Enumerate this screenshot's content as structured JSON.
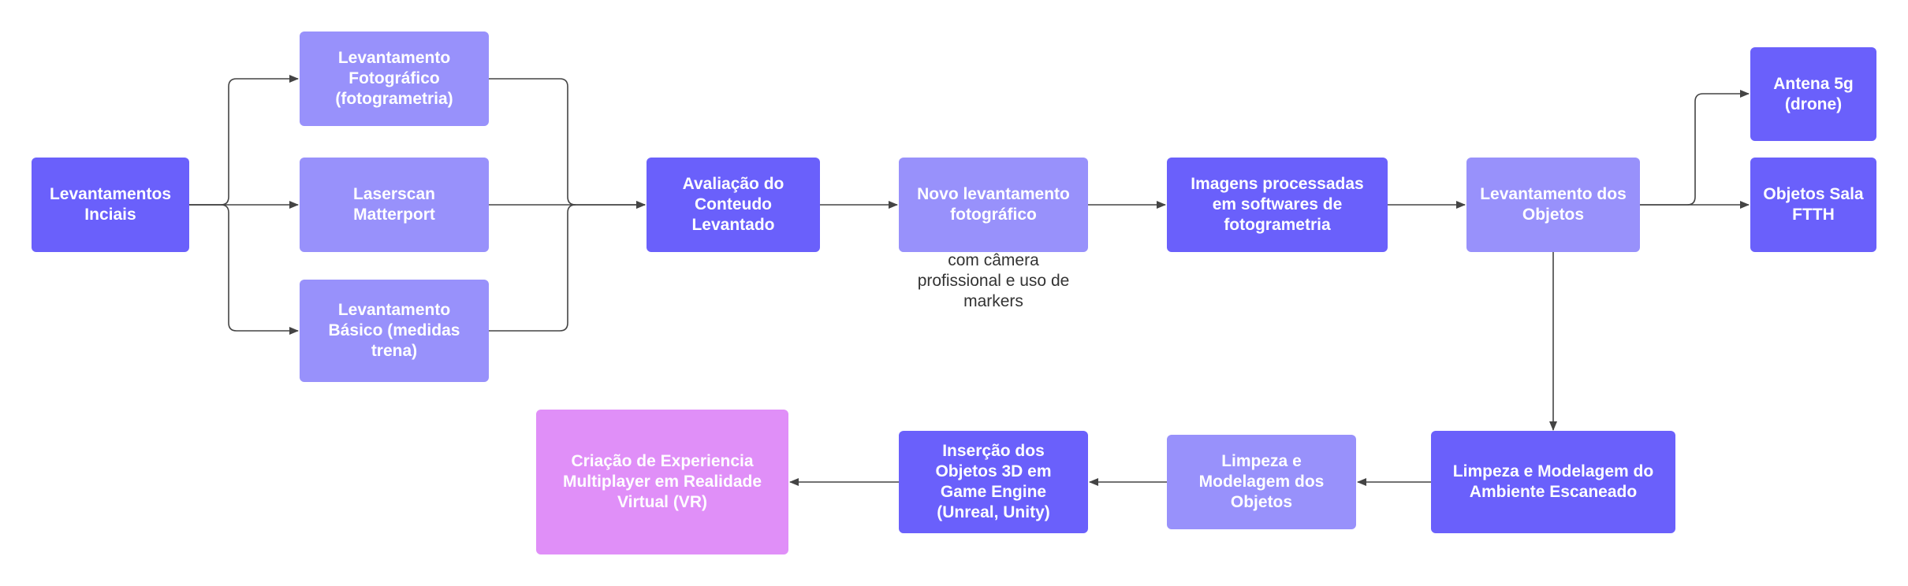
{
  "nodes": {
    "levantamentos_iniciais": "Levantamentos\nInciais",
    "fotografico": "Levantamento\nFotográfico\n(fotogrametria)",
    "laserscan": "Laserscan\nMatterport",
    "basico": "Levantamento\nBásico (medidas\ntrena)",
    "avaliacao": "Avaliação do\nConteudo\nLevantado",
    "novo_levantamento": "Novo levantamento\nfotográfico",
    "imagens_processadas": "Imagens processadas\nem softwares de\nfotogrametria",
    "levantamento_objetos": "Levantamento dos\nObjetos",
    "antena": "Antena 5g\n(drone)",
    "objetos_sala": "Objetos Sala\nFTTH",
    "limpeza_ambiente": "Limpeza e Modelagem do\nAmbiente Escaneado",
    "limpeza_objetos": "Limpeza e\nModelagem dos\nObjetos",
    "insercao": "Inserção dos\nObjetos 3D em\nGame Engine\n(Unreal, Unity)",
    "criacao_vr": "Criação de Experiencia\nMultiplayer em Realidade\nVirtual (VR)"
  },
  "notes": {
    "camera": "com câmera\nprofissional e uso de\nmarkers"
  },
  "colors": {
    "dark_node": "#6a60fb",
    "light_node": "#9891fb",
    "pink_node": "#e08ff8",
    "connector": "#444444"
  }
}
